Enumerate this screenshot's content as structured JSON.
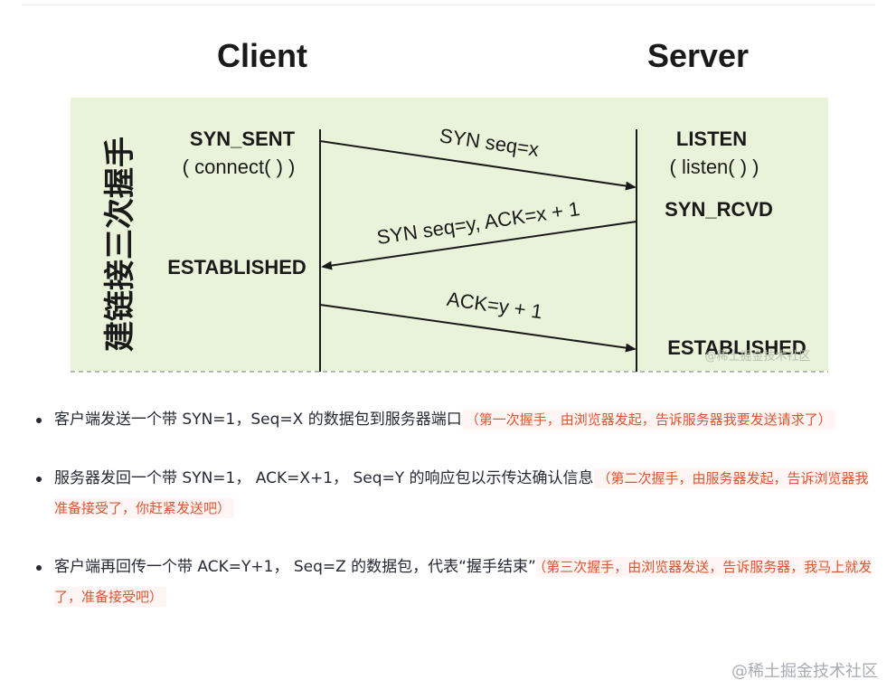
{
  "diagram": {
    "client_label": "Client",
    "server_label": "Server",
    "side_title": "建链接三次握手",
    "client_state_1": "SYN_SENT",
    "client_call": "( connect( ) )",
    "client_state_2": "ESTABLISHED",
    "server_state_1": "LISTEN",
    "server_call": "( listen( ) )",
    "server_state_2": "SYN_RCVD",
    "server_state_3": "ESTABLISHED",
    "msg_1": "SYN seq=x",
    "msg_2": "SYN seq=y, ACK=x + 1",
    "msg_3": "ACK=y + 1",
    "image_watermark": "@稀土掘金技术社区",
    "colors": {
      "panel_bg": "#e8f3da",
      "ink": "#1a1a1a"
    }
  },
  "bullets": [
    {
      "text": "客户端发送一个带 SYN=1，Seq=X 的数据包到服务器端口",
      "note": "（第一次握手，由浏览器发起，告诉服务器我要发送请求了）"
    },
    {
      "text": "服务器发回一个带 SYN=1， ACK=X+1， Seq=Y 的响应包以示传达确认信息",
      "note": "（第二次握手，由服务器发起，告诉浏览器我准备接受了，你赶紧发送吧）"
    },
    {
      "text": "客户端再回传一个带 ACK=Y+1， Seq=Z 的数据包，代表“握手结束”",
      "note": "（第三次握手，由浏览器发送，告诉服务器，我马上就发了，准备接受吧）"
    }
  ],
  "watermark": "@稀土掘金技术社区",
  "colors": {
    "note_text": "#e0542e",
    "note_bg": "#fff5f5",
    "body_text": "#252933"
  }
}
